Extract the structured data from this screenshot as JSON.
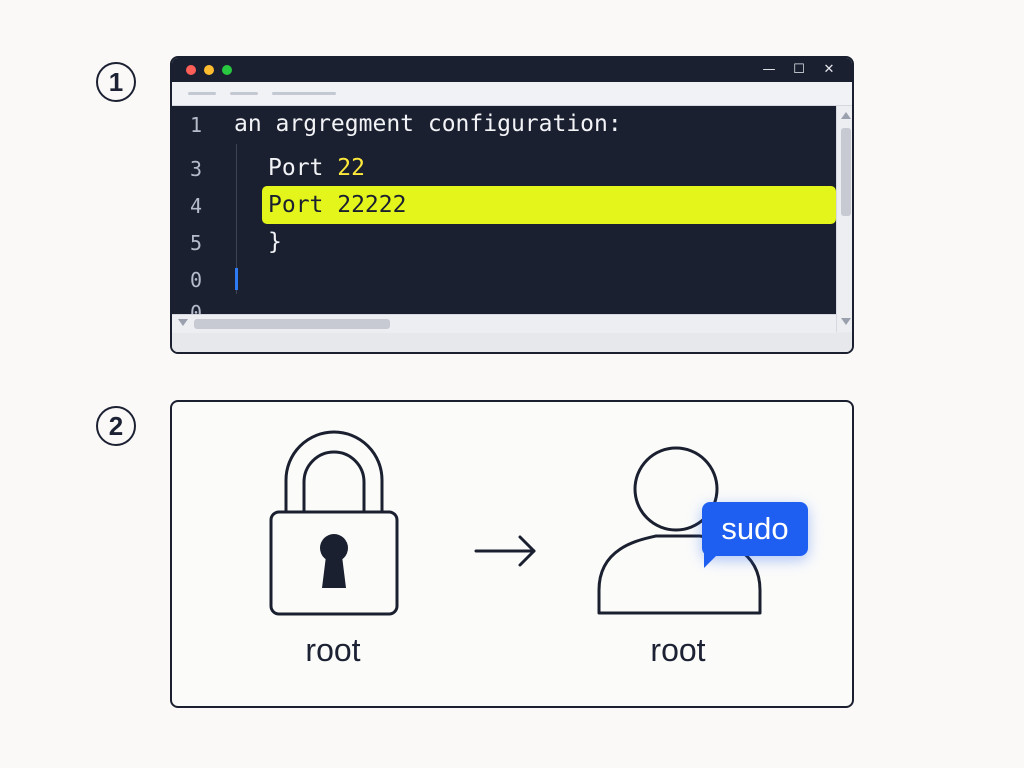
{
  "steps": {
    "one": "1",
    "two": "2"
  },
  "editor": {
    "window_controls": {
      "minimize": "—",
      "maximize": "☐",
      "close": "✕"
    },
    "line_numbers": [
      "1",
      "3",
      "4",
      "5",
      "0",
      "0"
    ],
    "lines": {
      "heading": "an argregment configuration:",
      "port_old_keyword": "Port ",
      "port_old_value": "22",
      "port_new": "Port 22222",
      "closing_brace": "}"
    },
    "colors": {
      "background": "#1b2030",
      "highlight": "#e3f51a",
      "number": "#ffe93b",
      "cursor": "#2f7bf6"
    }
  },
  "diagram": {
    "left_caption": "root",
    "right_caption": "root",
    "badge_label": "sudo",
    "icons": [
      "lock-icon",
      "arrow-right-icon",
      "user-icon",
      "speech-bubble-icon"
    ],
    "colors": {
      "badge": "#1e5ff2",
      "stroke": "#1b2030"
    }
  }
}
